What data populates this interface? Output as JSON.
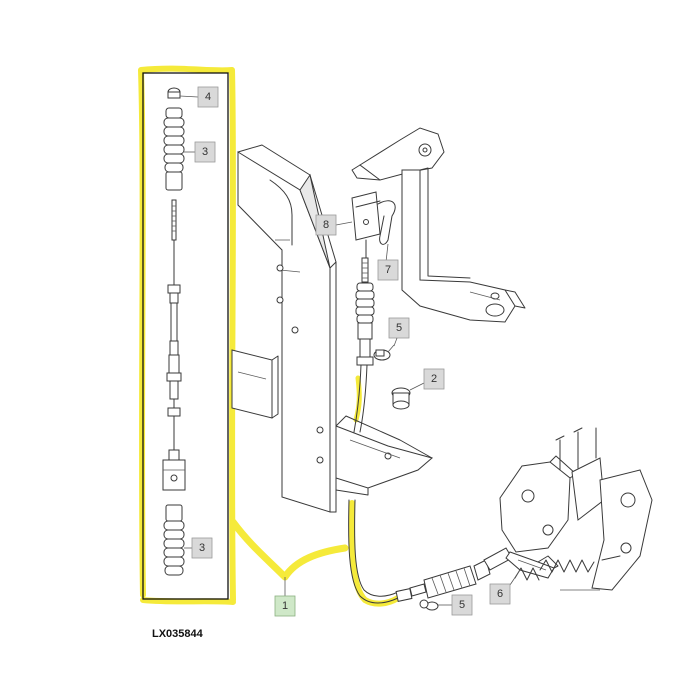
{
  "figure_id": "LX035844",
  "callouts": {
    "top_nut": "4",
    "top_boot": "3",
    "bottom_boot": "3",
    "cable": "1",
    "plug": "2",
    "upper_clip": "5",
    "lower_clip": "5",
    "bracket": "6",
    "pin": "7",
    "clevis": "8"
  },
  "colors": {
    "highlight": "#f5ea3a",
    "callout_box": "#d9d9d9",
    "callout_box_highlight": "#cfe8c8",
    "line": "#3a3a3a"
  }
}
